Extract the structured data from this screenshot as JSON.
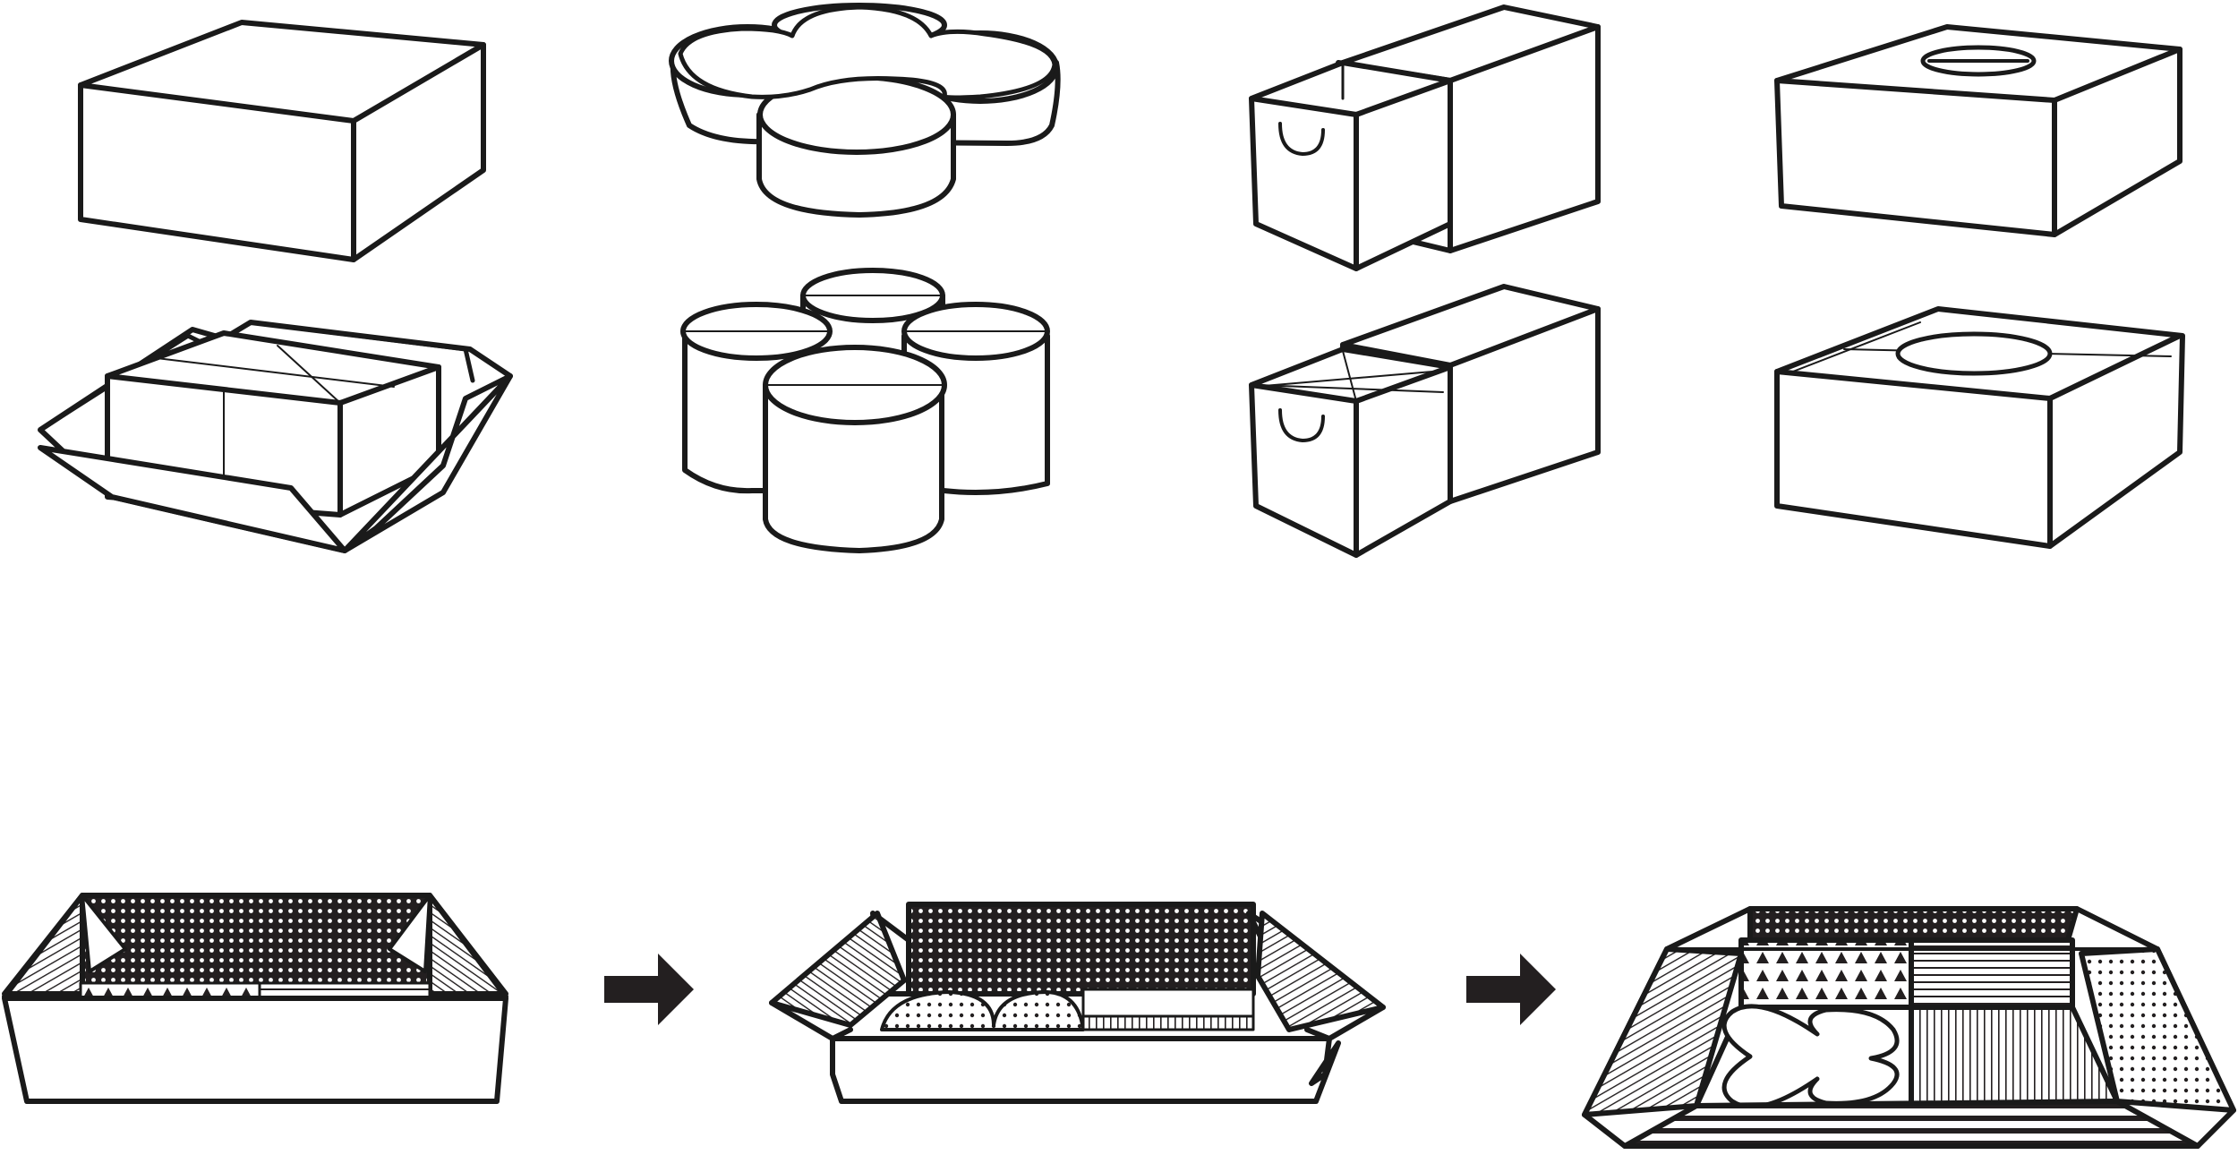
{
  "colors": {
    "stroke": "#1a1a1a",
    "fill": "#ffffff",
    "dark": "#231f20"
  },
  "figures": [
    {
      "name": "plain-box-closed"
    },
    {
      "name": "flower-container-closed"
    },
    {
      "name": "drawer-box-closed"
    },
    {
      "name": "lid-box-closed"
    },
    {
      "name": "plain-box-opened"
    },
    {
      "name": "flower-container-opened"
    },
    {
      "name": "drawer-box-opened"
    },
    {
      "name": "lid-box-opened"
    },
    {
      "name": "patterned-tray-stage-1"
    },
    {
      "name": "patterned-tray-stage-2"
    },
    {
      "name": "patterned-tray-stage-3"
    }
  ],
  "arrows": [
    "arrow-right-icon",
    "arrow-right-icon"
  ]
}
